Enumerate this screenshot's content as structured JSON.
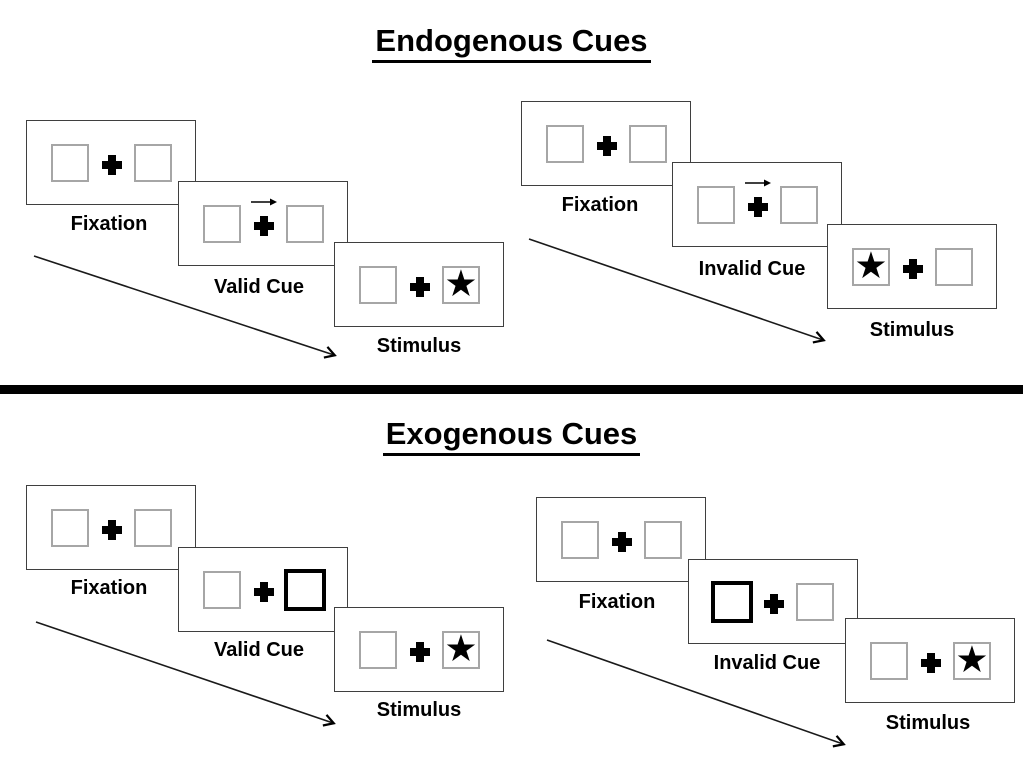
{
  "titles": {
    "endogenous": "Endogenous Cues",
    "exogenous": "Exogenous Cues"
  },
  "labels": {
    "fixation": "Fixation",
    "valid_cue": "Valid Cue",
    "invalid_cue": "Invalid Cue",
    "stimulus": "Stimulus"
  },
  "icons": {
    "star": "★"
  },
  "colors": {
    "background": "#ffffff",
    "ink": "#000000",
    "panel_border": "#3f3f3f",
    "box_border": "#a6a6a6",
    "highlight_box_border": "#000000",
    "divider": "#000000"
  },
  "sequences": [
    {
      "section": "endogenous",
      "cue_type": "valid",
      "steps": [
        "Fixation",
        "Valid Cue",
        "Stimulus"
      ],
      "cue_display": "central right-pointing arrow above fixation cross",
      "stimulus_side": "right"
    },
    {
      "section": "endogenous",
      "cue_type": "invalid",
      "steps": [
        "Fixation",
        "Invalid Cue",
        "Stimulus"
      ],
      "cue_display": "central right-pointing arrow above fixation cross",
      "stimulus_side": "left"
    },
    {
      "section": "exogenous",
      "cue_type": "valid",
      "steps": [
        "Fixation",
        "Valid Cue",
        "Stimulus"
      ],
      "cue_display": "right box outlined thick black",
      "stimulus_side": "right"
    },
    {
      "section": "exogenous",
      "cue_type": "invalid",
      "steps": [
        "Fixation",
        "Invalid Cue",
        "Stimulus"
      ],
      "cue_display": "left box outlined thick black",
      "stimulus_side": "right"
    }
  ]
}
